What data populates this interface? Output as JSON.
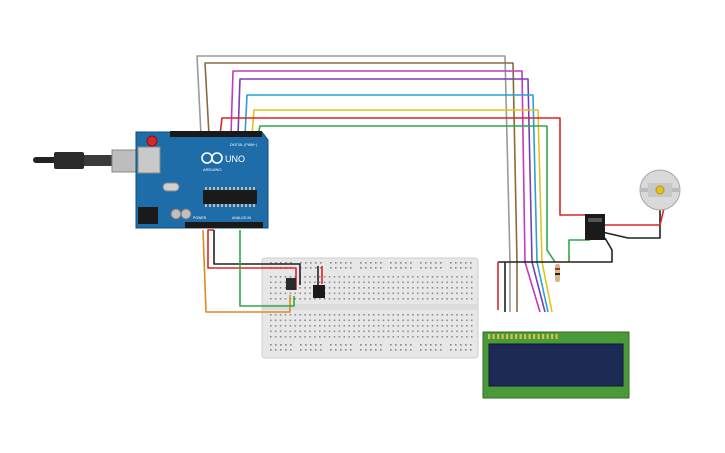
{
  "board": {
    "logo_text": "UNO",
    "sublogo_text": "ARDUINO",
    "header_digital": "DIGITAL (PWM~)",
    "header_power": "POWER",
    "header_analog": "ANALOG IN"
  },
  "icons": {
    "usb": "usb-cable-icon",
    "motor": "dc-motor-icon",
    "relay": "relay-icon",
    "lcd": "lcd-display-icon"
  },
  "colors": {
    "board_blue": "#1f6da8",
    "breadboard": "#e7e7e7",
    "lcd_green": "#4a9a3a",
    "lcd_screen": "#1d2a56",
    "wire_gray": "#9a9a9a",
    "wire_brown": "#8b6a3e",
    "wire_magenta": "#c23ac2",
    "wire_purple": "#7a3fb8",
    "wire_cyan": "#2aa0d8",
    "wire_yellow": "#e2c21c",
    "wire_green": "#2fa84a",
    "wire_red": "#d8262a",
    "wire_orange": "#e08a20",
    "wire_black": "#222222"
  }
}
